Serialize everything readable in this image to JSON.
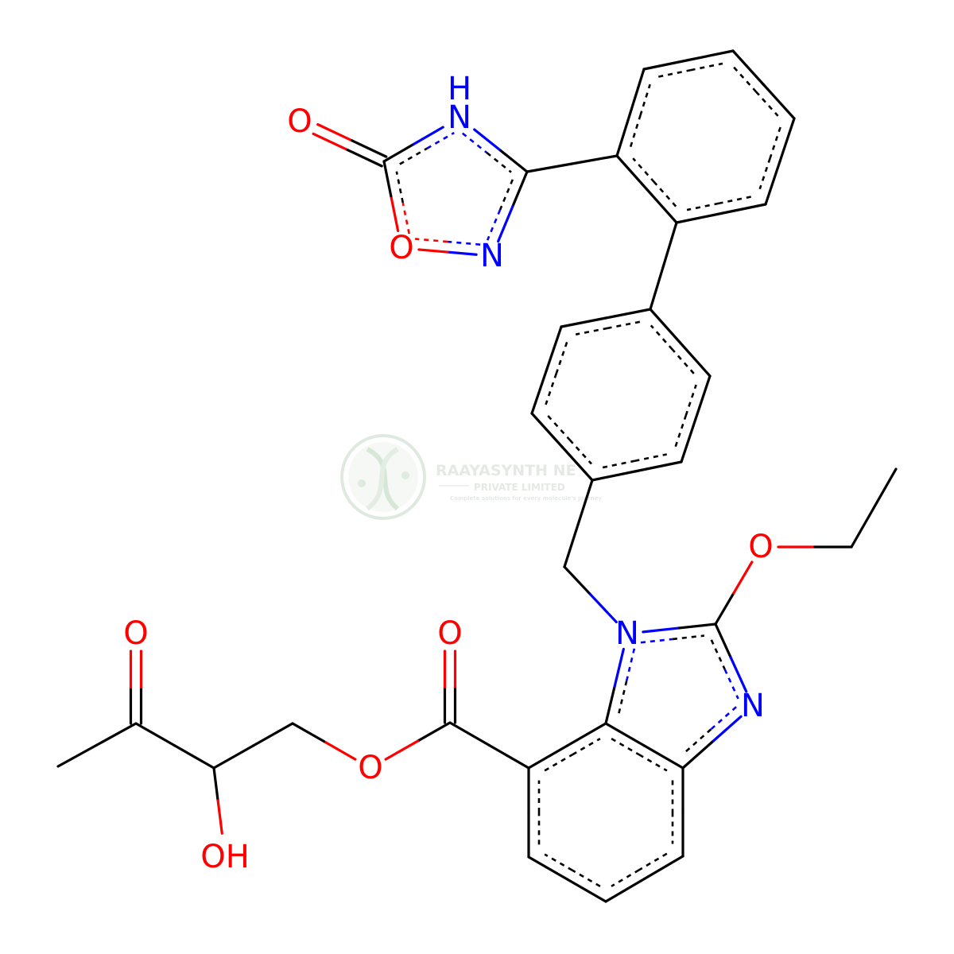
{
  "colors": {
    "C": "#000000",
    "N": "#0000ff",
    "O": "#ff0000",
    "watermark": "#c8d8c8"
  },
  "watermark": {
    "company": "RAAYASYNTH NE",
    "company_suffix": "...",
    "subtitle": "PRIVATE LIMITED",
    "tagline": "Complete solutions for every molecule's journey",
    "icon": "dna-helix-icon"
  },
  "atoms": [
    {
      "id": 0,
      "el": "O",
      "label": "O"
    },
    {
      "id": 1,
      "el": "C"
    },
    {
      "id": 2,
      "el": "N",
      "label": "H",
      "sub": "N"
    },
    {
      "id": 3,
      "el": "C"
    },
    {
      "id": 4,
      "el": "N",
      "label": "N"
    },
    {
      "id": 5,
      "el": "O",
      "label": "O"
    },
    {
      "id": 6,
      "el": "C"
    },
    {
      "id": 7,
      "el": "C"
    },
    {
      "id": 8,
      "el": "C"
    },
    {
      "id": 9,
      "el": "C"
    },
    {
      "id": 10,
      "el": "C"
    },
    {
      "id": 11,
      "el": "C"
    },
    {
      "id": 12,
      "el": "C"
    },
    {
      "id": 13,
      "el": "C"
    },
    {
      "id": 14,
      "el": "C"
    },
    {
      "id": 15,
      "el": "C"
    },
    {
      "id": 16,
      "el": "C"
    },
    {
      "id": 17,
      "el": "C"
    },
    {
      "id": 18,
      "el": "C"
    },
    {
      "id": 19,
      "el": "N",
      "label": "N"
    },
    {
      "id": 20,
      "el": "C"
    },
    {
      "id": 21,
      "el": "O",
      "label": "O"
    },
    {
      "id": 22,
      "el": "C"
    },
    {
      "id": 23,
      "el": "C"
    },
    {
      "id": 24,
      "el": "N",
      "label": "N"
    },
    {
      "id": 25,
      "el": "C"
    },
    {
      "id": 26,
      "el": "C"
    },
    {
      "id": 27,
      "el": "C"
    },
    {
      "id": 28,
      "el": "C"
    },
    {
      "id": 29,
      "el": "C"
    },
    {
      "id": 30,
      "el": "C"
    },
    {
      "id": 31,
      "el": "C"
    },
    {
      "id": 32,
      "el": "O",
      "label": "O"
    },
    {
      "id": 33,
      "el": "O",
      "label": "O"
    },
    {
      "id": 34,
      "el": "C"
    },
    {
      "id": 35,
      "el": "C"
    },
    {
      "id": 36,
      "el": "O",
      "label": "OH"
    },
    {
      "id": 37,
      "el": "C"
    },
    {
      "id": 38,
      "el": "O",
      "label": "O"
    },
    {
      "id": 39,
      "el": "C"
    }
  ],
  "bonds": [
    {
      "a": 0,
      "b": 1,
      "order": 2
    },
    {
      "a": 1,
      "b": 2,
      "order": 1.5,
      "ring": "oxadiazole"
    },
    {
      "a": 2,
      "b": 3,
      "order": 1.5,
      "ring": "oxadiazole"
    },
    {
      "a": 3,
      "b": 4,
      "order": 1.5,
      "ring": "oxadiazole"
    },
    {
      "a": 4,
      "b": 5,
      "order": 1.5,
      "ring": "oxadiazole"
    },
    {
      "a": 5,
      "b": 1,
      "order": 1.5,
      "ring": "oxadiazole"
    },
    {
      "a": 3,
      "b": 6,
      "order": 1
    },
    {
      "a": 6,
      "b": 7,
      "order": 1.5,
      "ring": "benzene-a"
    },
    {
      "a": 7,
      "b": 8,
      "order": 1.5,
      "ring": "benzene-a"
    },
    {
      "a": 8,
      "b": 9,
      "order": 1.5,
      "ring": "benzene-a"
    },
    {
      "a": 9,
      "b": 10,
      "order": 1.5,
      "ring": "benzene-a"
    },
    {
      "a": 10,
      "b": 11,
      "order": 1.5,
      "ring": "benzene-a"
    },
    {
      "a": 11,
      "b": 6,
      "order": 1.5,
      "ring": "benzene-a"
    },
    {
      "a": 11,
      "b": 12,
      "order": 1
    },
    {
      "a": 12,
      "b": 13,
      "order": 1.5,
      "ring": "benzene-b"
    },
    {
      "a": 13,
      "b": 14,
      "order": 1.5,
      "ring": "benzene-b"
    },
    {
      "a": 14,
      "b": 15,
      "order": 1.5,
      "ring": "benzene-b"
    },
    {
      "a": 15,
      "b": 16,
      "order": 1.5,
      "ring": "benzene-b"
    },
    {
      "a": 16,
      "b": 17,
      "order": 1.5,
      "ring": "benzene-b"
    },
    {
      "a": 17,
      "b": 12,
      "order": 1.5,
      "ring": "benzene-b"
    },
    {
      "a": 15,
      "b": 18,
      "order": 1
    },
    {
      "a": 18,
      "b": 19,
      "order": 1
    },
    {
      "a": 19,
      "b": 20,
      "order": 1.5,
      "ring": "imidazole"
    },
    {
      "a": 20,
      "b": 21,
      "order": 1
    },
    {
      "a": 21,
      "b": 22,
      "order": 1
    },
    {
      "a": 22,
      "b": 23,
      "order": 1
    },
    {
      "a": 20,
      "b": 24,
      "order": 1.5,
      "ring": "imidazole"
    },
    {
      "a": 24,
      "b": 25,
      "order": 1.5,
      "ring": "imidazole"
    },
    {
      "a": 25,
      "b": 26,
      "order": 1.5,
      "ring": "benzene-c"
    },
    {
      "a": 26,
      "b": 27,
      "order": 1.5,
      "ring": "benzene-c"
    },
    {
      "a": 27,
      "b": 28,
      "order": 1.5,
      "ring": "benzene-c"
    },
    {
      "a": 28,
      "b": 29,
      "order": 1.5,
      "ring": "benzene-c"
    },
    {
      "a": 29,
      "b": 30,
      "order": 1.5,
      "ring": "benzene-c"
    },
    {
      "a": 30,
      "b": 25,
      "order": 1.5,
      "ring": "benzene-c"
    },
    {
      "a": 30,
      "b": 19,
      "order": 1.5,
      "ring": "imidazole"
    },
    {
      "a": 29,
      "b": 31,
      "order": 1
    },
    {
      "a": 31,
      "b": 32,
      "order": 2
    },
    {
      "a": 31,
      "b": 33,
      "order": 1
    },
    {
      "a": 33,
      "b": 34,
      "order": 1
    },
    {
      "a": 34,
      "b": 35,
      "order": 1
    },
    {
      "a": 35,
      "b": 36,
      "order": 1
    },
    {
      "a": 35,
      "b": 37,
      "order": 1
    },
    {
      "a": 37,
      "b": 38,
      "order": 2
    },
    {
      "a": 37,
      "b": 39,
      "order": 1
    }
  ]
}
